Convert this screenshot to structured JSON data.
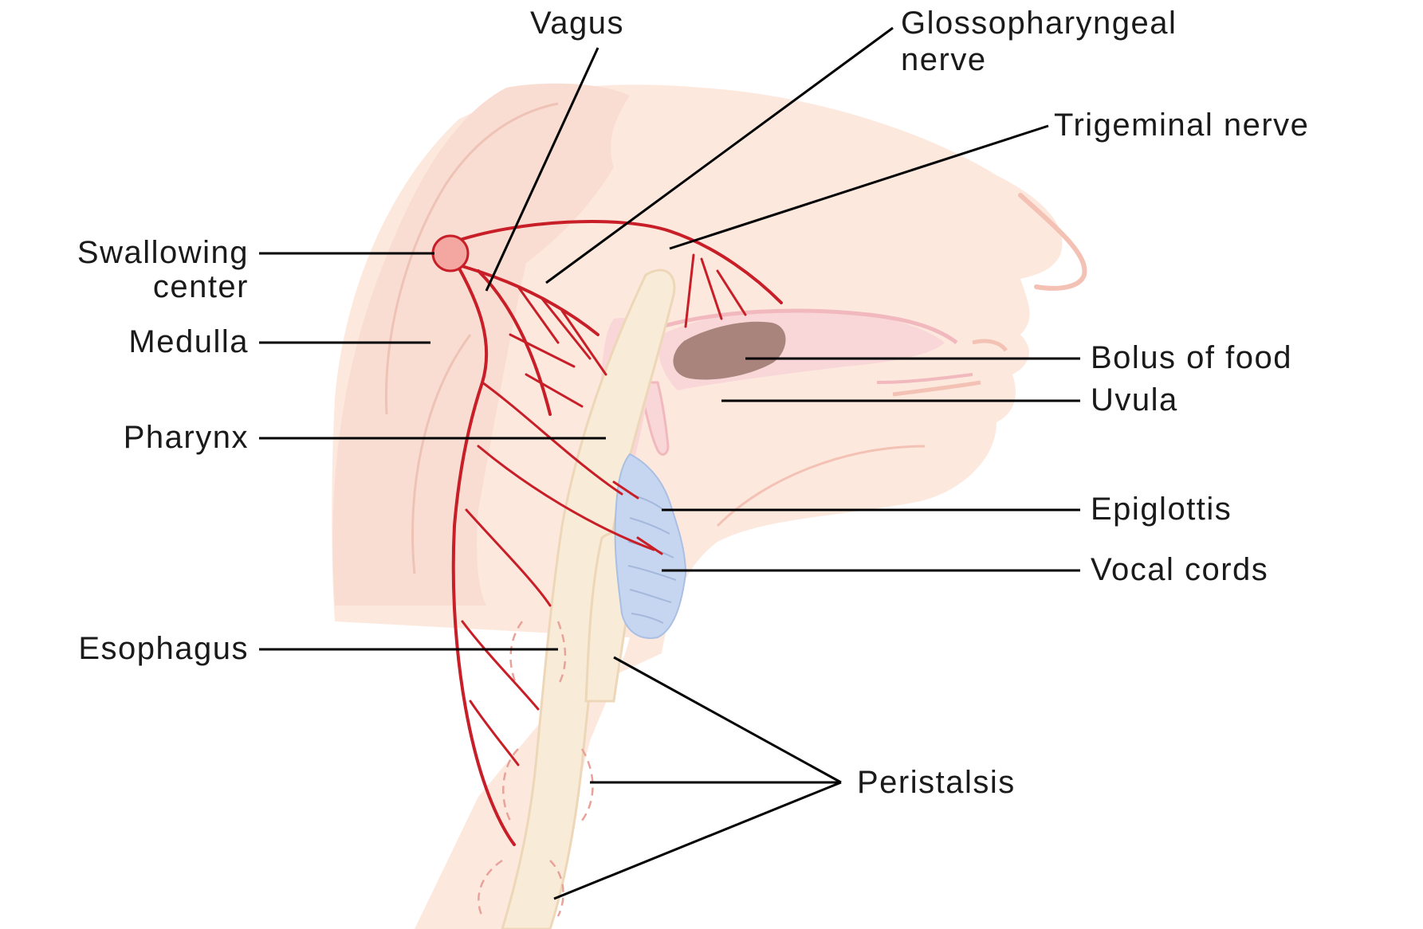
{
  "labels": {
    "vagus": "Vagus",
    "glossopharyngeal_line1": "Glossopharyngeal",
    "glossopharyngeal_line2": "nerve",
    "trigeminal": "Trigeminal nerve",
    "swallowing_line1": "Swallowing",
    "swallowing_line2": "center",
    "medulla": "Medulla",
    "pharynx": "Pharynx",
    "esophagus": "Esophagus",
    "bolus": "Bolus of food",
    "uvula": "Uvula",
    "epiglottis": "Epiglottis",
    "vocal_cords": "Vocal cords",
    "peristalsis": "Peristalsis"
  },
  "colors": {
    "skin": "#fde8de",
    "brain": "#f9ddd2",
    "nerve": "#c81e28",
    "esophagus": "#f8ecd8",
    "pharynx": "#f9d6d8",
    "epiglottis": "#c6d6f0",
    "bolus": "#a8847c",
    "swallowing_center": "#f4a6a0"
  }
}
